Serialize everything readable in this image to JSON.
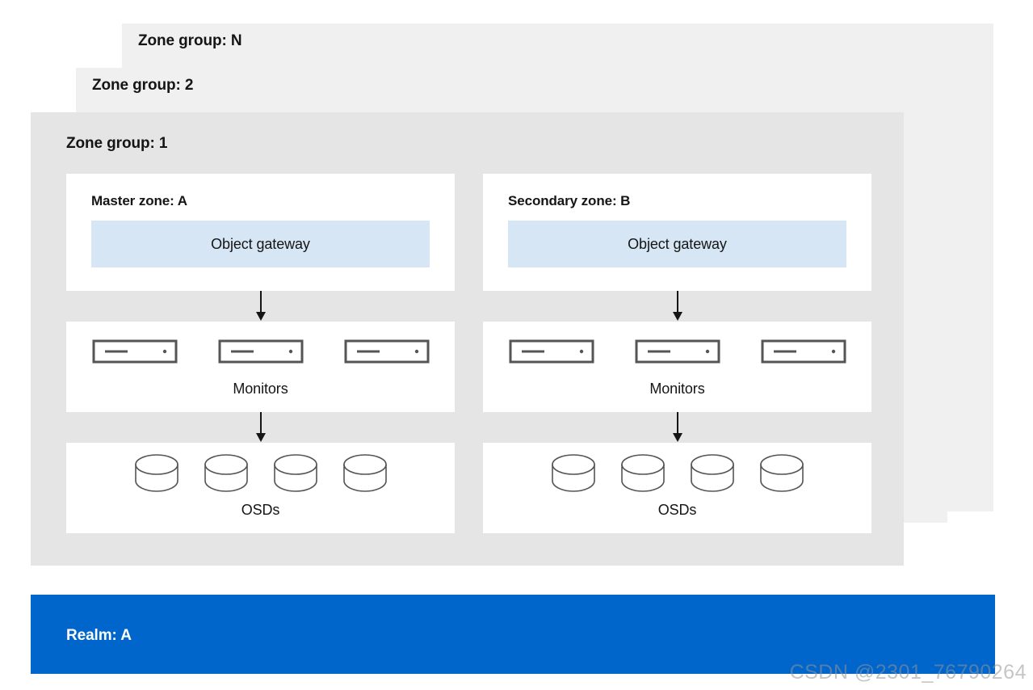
{
  "diagram": {
    "zone_groups": [
      {
        "title": "Zone group: N",
        "layer": "back"
      },
      {
        "title": "Zone group: 2",
        "layer": "back"
      },
      {
        "title": "Zone group: 1",
        "layer": "front"
      }
    ],
    "zones": [
      {
        "label": "Master zone: A",
        "gateway": "Object gateway",
        "monitors_caption": "Monitors",
        "monitor_count": 3,
        "osds_caption": "OSDs",
        "osd_count": 4
      },
      {
        "label": "Secondary zone: B",
        "gateway": "Object gateway",
        "monitors_caption": "Monitors",
        "monitor_count": 3,
        "osds_caption": "OSDs",
        "osd_count": 4
      }
    ],
    "realm": {
      "label": "Realm: A"
    },
    "watermark": "CSDN @2301_76790264",
    "colors": {
      "panel_back": "#f0f0f0",
      "panel_front": "#e5e5e5",
      "card": "#ffffff",
      "gateway": "#d6e6f5",
      "realm_banner": "#0066cc",
      "text": "#151515",
      "icon_stroke": "#555555"
    }
  }
}
